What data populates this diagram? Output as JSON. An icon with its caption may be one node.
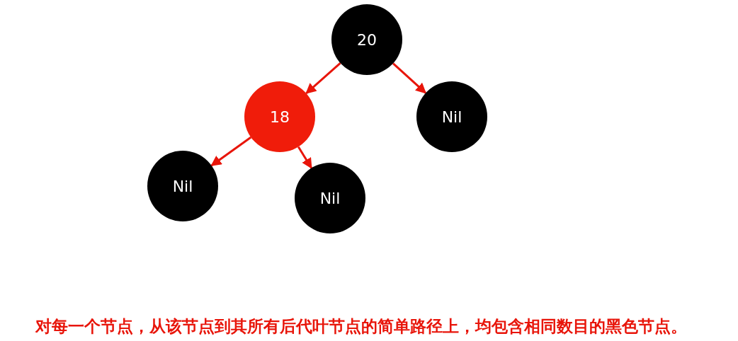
{
  "diagram": {
    "nodes": [
      {
        "text": [
          "20"
        ]
      },
      {
        "text": [
          "18"
        ]
      },
      {
        "text": [
          "Nil"
        ]
      },
      {
        "text": [
          "Nil"
        ]
      },
      {
        "text": [
          "Nil"
        ]
      }
    ],
    "edges": [
      {
        "from": 0,
        "to": 1,
        "arrow": "to"
      },
      {
        "from": 0,
        "to": 2,
        "arrow": "to"
      },
      {
        "from": 1,
        "to": 3,
        "arrow": "to"
      },
      {
        "from": 1,
        "to": 4,
        "arrow": "to"
      }
    ],
    "caption": "对每一个节点，从该节点到其所有后代叶节点的简单路径上，均包含相同数目的黑色节点。"
  }
}
